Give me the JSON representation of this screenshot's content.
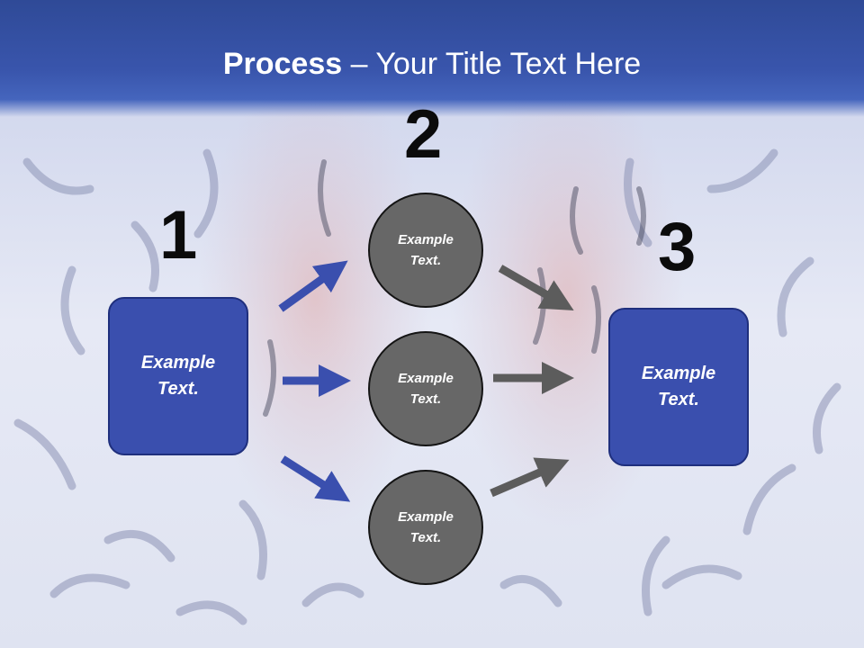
{
  "title": {
    "bold": "Process",
    "rest": " – Your Title Text Here"
  },
  "numbers": {
    "n1": "1",
    "n2": "2",
    "n3": "3"
  },
  "boxes": {
    "left": {
      "line1": "Example",
      "line2": "Text."
    },
    "right": {
      "line1": "Example",
      "line2": "Text."
    }
  },
  "circles": [
    {
      "line1": "Example",
      "line2": "Text."
    },
    {
      "line1": "Example",
      "line2": "Text."
    },
    {
      "line1": "Example",
      "line2": "Text."
    }
  ],
  "colors": {
    "header": "#3955ac",
    "box_fill": "#3a4fae",
    "circle_fill": "#676767",
    "arrow_blue": "#3a4fae",
    "arrow_gray": "#5c5c5c"
  }
}
